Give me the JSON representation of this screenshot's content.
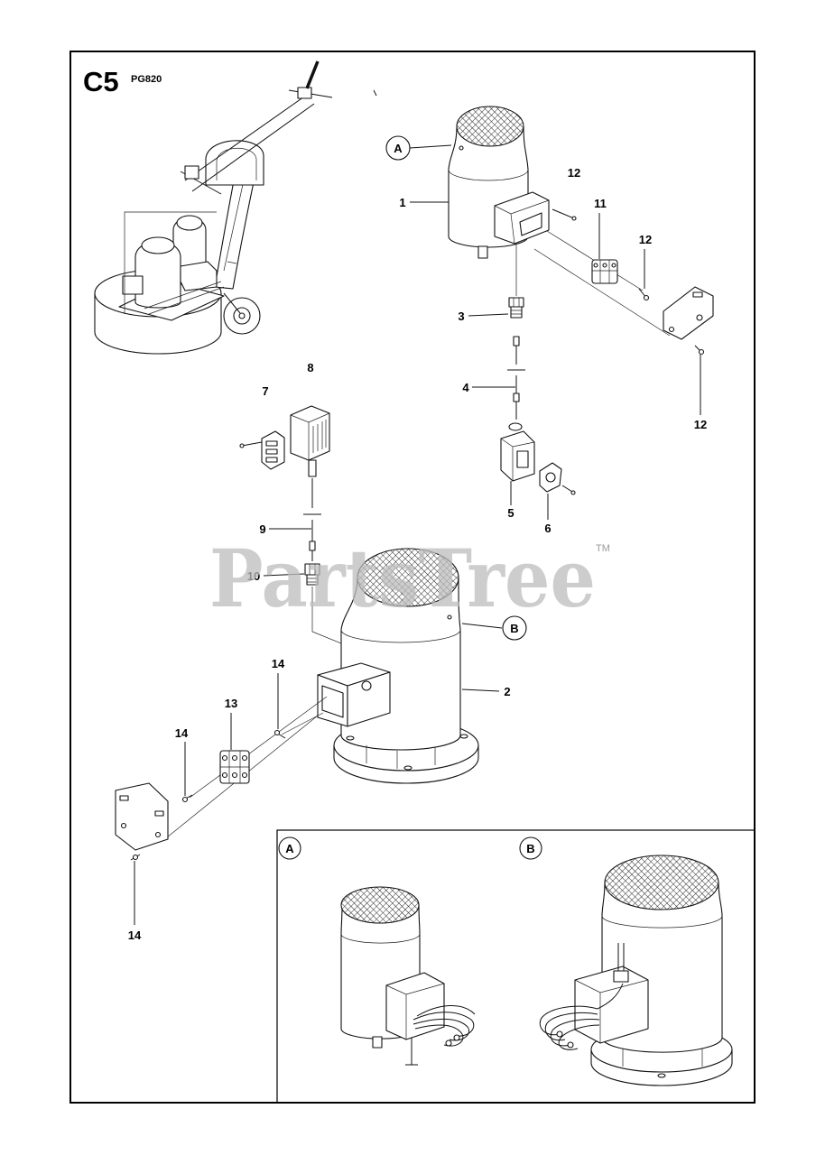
{
  "header": {
    "section_code": "C5",
    "model": "PG820"
  },
  "callouts": {
    "a": "A",
    "b": "B"
  },
  "part_labels": {
    "p12_top": "12",
    "p1": "1",
    "p11": "11",
    "p12_mid": "12",
    "p3": "3",
    "p8": "8",
    "p7": "7",
    "p4": "4",
    "p12_bottom": "12",
    "p5": "5",
    "p6": "6",
    "p9": "9",
    "p10": "10",
    "p14_top": "14",
    "p2": "2",
    "p13": "13",
    "p14_mid": "14",
    "p14_bottom": "14"
  },
  "inset": {
    "left_callout": "A",
    "right_callout": "B"
  },
  "watermark": {
    "text": "PartsTree",
    "trademark": "TM"
  }
}
